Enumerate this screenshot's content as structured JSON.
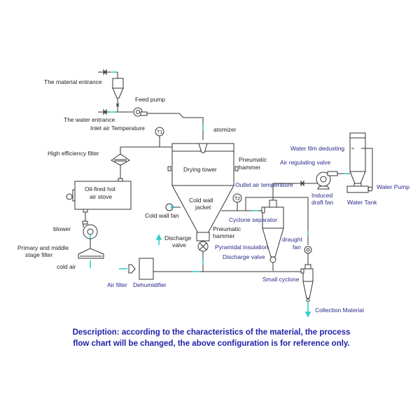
{
  "colors": {
    "line": "#333333",
    "flow_arrow": "#33cccc",
    "label_dark": "#222222",
    "label_blue": "#2a2a8a",
    "description": "#1f1fa8"
  },
  "labels": {
    "material_entrance": "The material entrance",
    "feed_pump": "Feed pump",
    "water_entrance": "The water entrance",
    "inlet_air_temperature": "Inlet air Temperature",
    "t1": "T1",
    "atomizer": "atomizer",
    "high_efficiency_filter": "High efficiency filter",
    "drying_tower": "Drying tower",
    "pneumatic_hammer_top_1": "Pneumatic",
    "pneumatic_hammer_top_2": "hammer",
    "stove_1": "Oil-fired hot",
    "stove_2": "air stove",
    "cold_wall_jacket_1": "Cold wall",
    "cold_wall_jacket_2": "jacket",
    "t2": "T2",
    "cold_wall_fan": "Cold wall fan",
    "pneumatic_hammer_bottom_1": "Pneumatic",
    "pneumatic_hammer_bottom_2": "hammer",
    "discharge_valve_1": "Discharge",
    "discharge_valve_2": "valve",
    "blower": "blower",
    "primary_filter_1": "Primary and middle",
    "primary_filter_2": "stage filter",
    "cold_air": "cold air",
    "air_filter": "Air filter",
    "dehumidifier": "Dehumidifier",
    "water_film_dedusting": "Water film dedusting",
    "air_regulating_valve": "Air regulating valve",
    "outlet_air_temperature": "Outlet air temperature",
    "induced_draft_fan_1": "Induced",
    "induced_draft_fan_2": "draft fan",
    "water_tank": "Water Tank",
    "water_pump": "Water Pump",
    "cyclone_separator": "Cyclone separator",
    "pyramidal_insulation": "Pyramidal insulation",
    "discharge_valve_cyclone": "Discharge valve",
    "draught_fan_1": "draught",
    "draught_fan_2": "fan",
    "small_cyclone": "Small cyclone",
    "collection_material": "Collection Material"
  },
  "description": {
    "line1": "Description: according to the characteristics of the material, the process",
    "line2": "flow chart will be changed, the above configuration is for reference only."
  }
}
